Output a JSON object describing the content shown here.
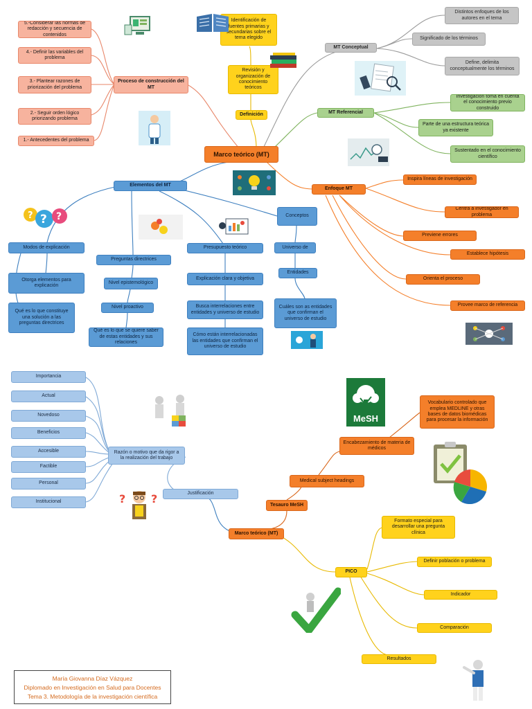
{
  "top_map": {
    "central": "Marco teórico (MT)",
    "construction": {
      "hub": "Proceso de construcción del MT",
      "steps": [
        "5.-Considerar las normas de redacción y secuencia de contenidos",
        "4.- Definir las variables del problema",
        "3.- Plantear razones de priorización del problema",
        "2.- Seguir orden lógico priorizando problema",
        "1.- Antecedentes del problema"
      ]
    },
    "definition": {
      "hub": "Definición",
      "items": [
        "Identificación de fuentes primarias y secundarias sobre el tema elegido",
        "Revisión y organización de conocimiento teóricos"
      ]
    },
    "conceptual": {
      "hub": "MT Conceptual",
      "items": [
        "Distintos enfoques de los autores en el tema",
        "Significado de los términos",
        "Define, delimita conceptualmente los términos"
      ]
    },
    "referential": {
      "hub": "MT Referencial",
      "items": [
        "Investigación toma en cuenta el conocimiento previo construido",
        "Parte de una estructura teórica ya existente",
        "Sustentado en el conocimiento científico"
      ]
    },
    "approach": {
      "hub": "Enfoque MT",
      "items": [
        "Inspira líneas de investigación",
        "Centra a investigador en problema",
        "Previene errores",
        "Establece hipótesis",
        "Orienta el proceso",
        "Provee marco de referencia"
      ]
    },
    "elements": {
      "hub": "Elementos del MT",
      "explanation": {
        "hub": "Modos de explicación",
        "items": [
          "Otorga elementos para explicación",
          "Qué es lo que constituye una solución a las preguntas directrices"
        ]
      },
      "questions": {
        "hub": "Preguntas directrices",
        "items": [
          "Nivel epistemológico",
          "Nivel proactivo",
          "Qué es lo que se quiere saber de estas entidades y sus relaciones"
        ]
      },
      "assumption": {
        "hub": "Presupuesto teórico",
        "items": [
          "Explicación clara y objetiva",
          "Busca interrelaciones entre entidades y universo de estudio",
          "Cómo están interrelacionadas las entidades que confirman el universo de estudio"
        ]
      },
      "concepts": {
        "hub": "Conceptos",
        "items": [
          "Universo de",
          "Entidades",
          "Cuáles son as entidades que confirman el universo de estudio"
        ]
      }
    }
  },
  "bottom_map": {
    "central": "Marco teórico (MT)",
    "justification": {
      "hub": "Justificación",
      "reason": "Razón o motivo que da rigor a la realización del trabajo",
      "items": [
        "Importancia",
        "Actual",
        "Novedoso",
        "Beneficios",
        "Accesible",
        "Factible",
        "Personal",
        "Institucional"
      ]
    },
    "mesh": {
      "hub": "Tesauro MeSH",
      "medical": "Medical subject headings",
      "heading": "Encabezamiento de materia de médicos",
      "vocab": "Vocabulario controlado que emplea MEDLINE y otras bases de datos biomédicas para procesar la información",
      "logo": "MeSH"
    },
    "pico": {
      "hub": "PICO",
      "items": [
        "Formato especial para desarrollar una pregunta clínica",
        "Definir población o problema",
        "Indicador",
        "Comparación",
        "Resultados"
      ]
    }
  },
  "credits": [
    "María Giovanna Díaz Vázquez",
    "Diplomado en Investigación en Salud para Docentes",
    "Tema 3. Metodología de la investigación científica"
  ],
  "colors": {
    "salmon": "#f7b39e",
    "yellow": "#ffd21c",
    "gray": "#c5c5c5",
    "green": "#a9d18e",
    "orange": "#f47f2a",
    "blue": "#5b9bd5",
    "light_blue": "#a8c8ea",
    "credit_text": "#d46a1e"
  }
}
